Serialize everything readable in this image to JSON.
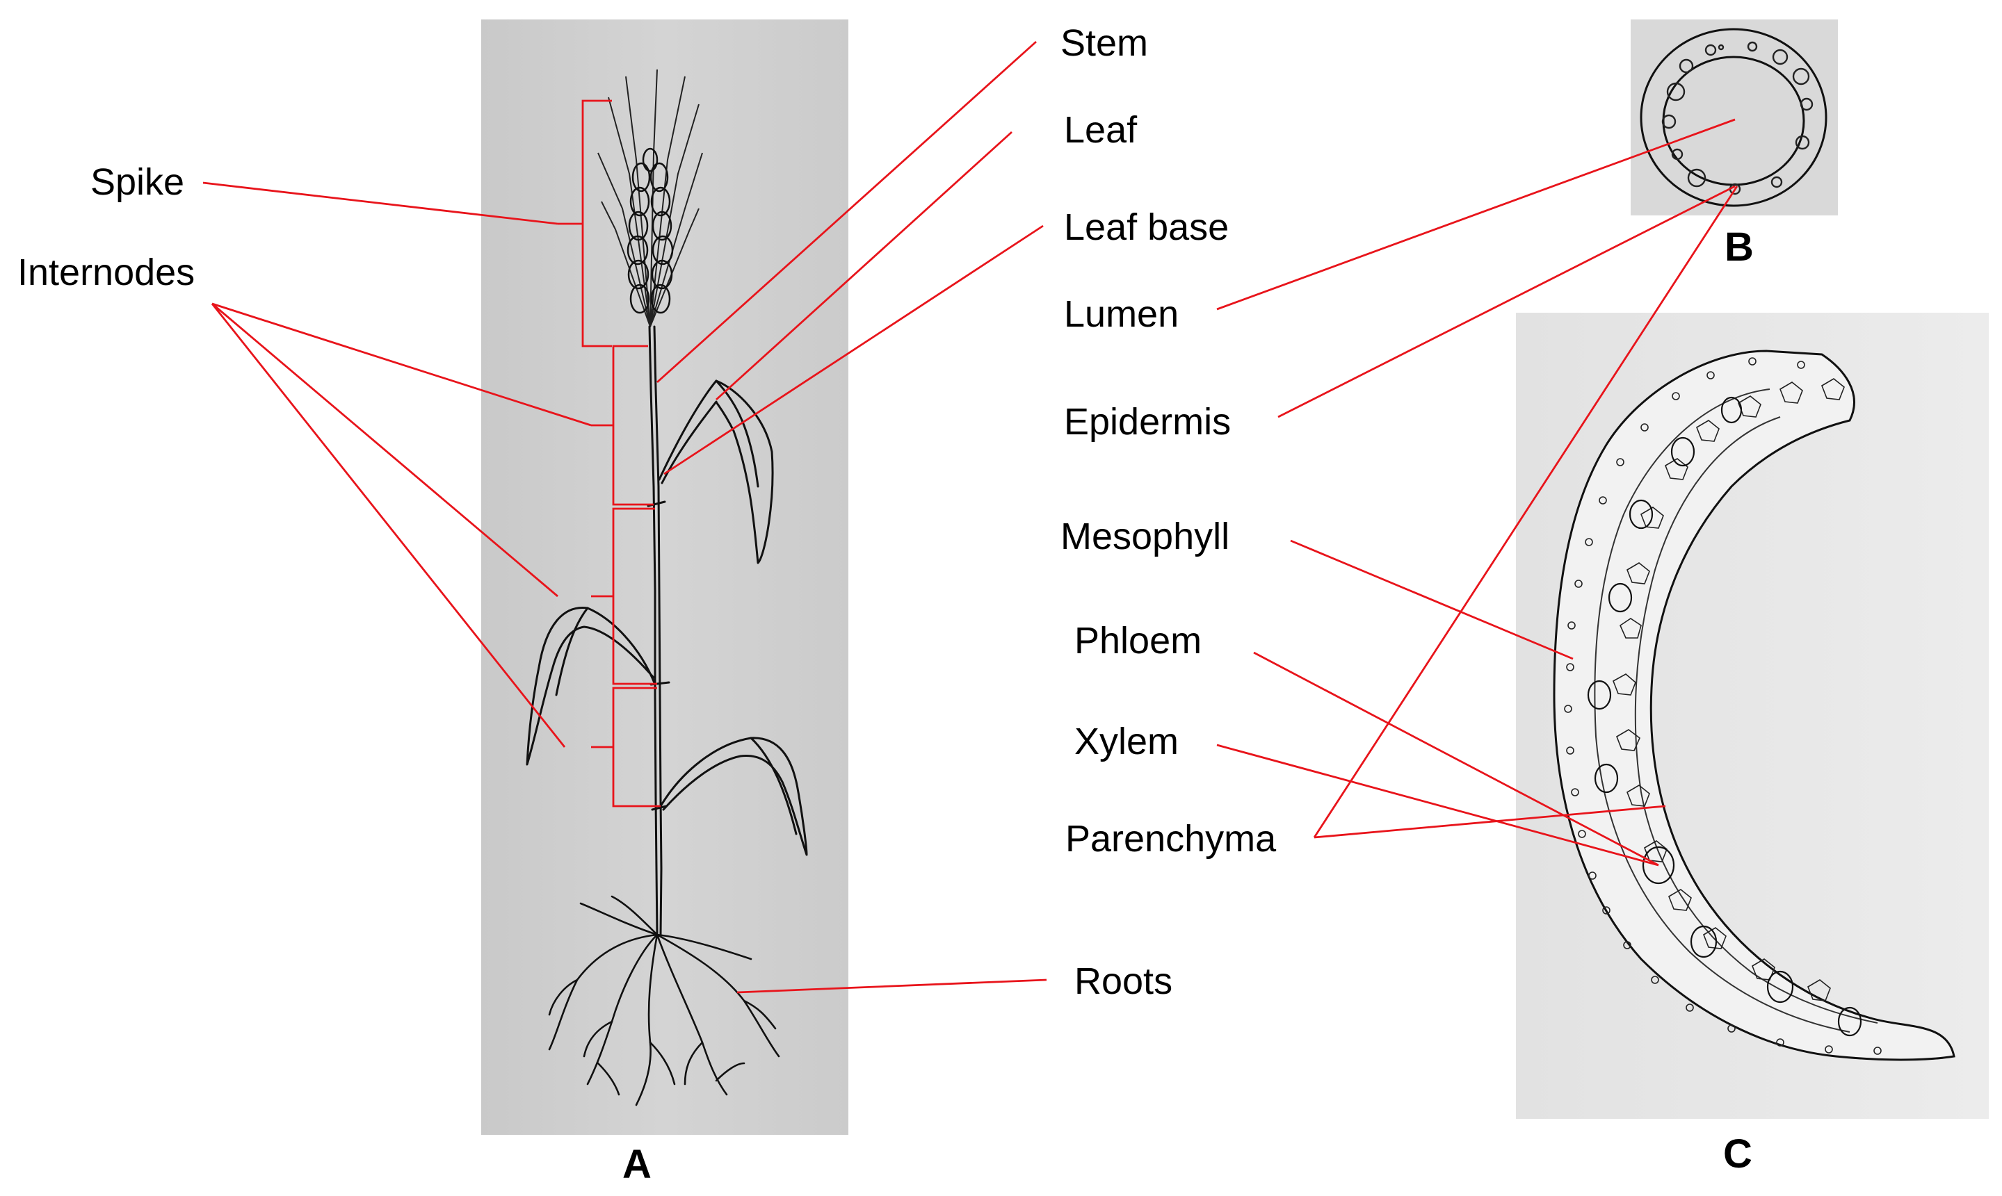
{
  "labels": {
    "spike": "Spike",
    "internodes": "Internodes",
    "stem": "Stem",
    "leaf": "Leaf",
    "leaf_base": "Leaf base",
    "lumen": "Lumen",
    "epidermis": "Epidermis",
    "mesophyll": "Mesophyll",
    "phloem": "Phloem",
    "xylem": "Xylem",
    "parenchyma": "Parenchyma",
    "roots": "Roots"
  },
  "panels": {
    "a": "A",
    "b": "B",
    "c": "C"
  },
  "colors": {
    "leader": "#e8141b",
    "photo_bg": "#cfcfcf",
    "paper_bg": "#e6e6e6",
    "ink": "#111111"
  }
}
